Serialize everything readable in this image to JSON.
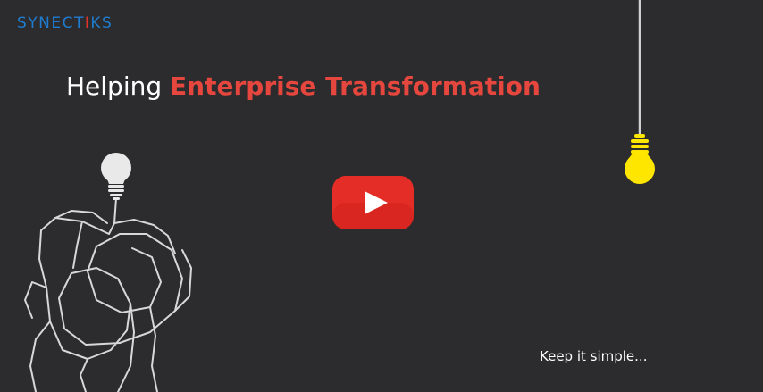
{
  "brand": {
    "prefix": "SYNECT",
    "accent_letter": "I",
    "suffix": "KS"
  },
  "headline": {
    "lead": "Helping ",
    "emphasis": "Enterprise Transformation"
  },
  "tagline": "Keep it simple...",
  "colors": {
    "background": "#2c2c2e",
    "brand_blue": "#1f7ccf",
    "brand_red": "#e3332b",
    "emphasis_red": "#e5463d",
    "bulb_yellow": "#ffe600",
    "bulb_white": "#e9e9e9",
    "youtube_red": "#e52d27"
  },
  "icons": [
    "youtube-play-icon",
    "lightbulb-off-icon",
    "lightbulb-on-icon"
  ]
}
